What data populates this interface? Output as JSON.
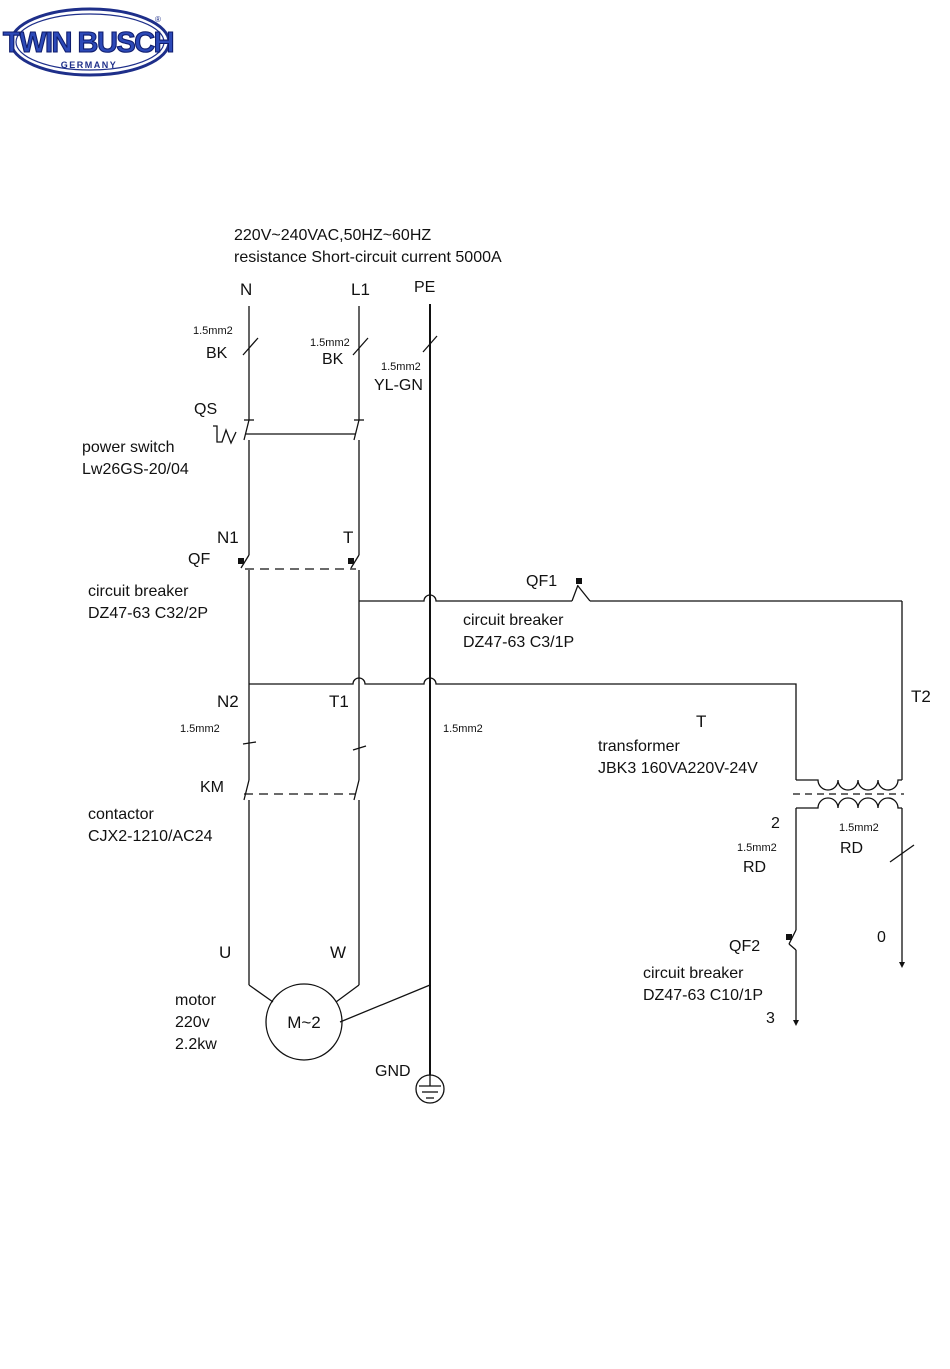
{
  "logo": {
    "brand": "TWIN BUSCH",
    "sub": "GERMANY",
    "reg": "®"
  },
  "supply": {
    "line1": "220V~240VAC,50HZ~60HZ",
    "line2": "resistance Short-circuit current 5000A",
    "n": "N",
    "l1": "L1",
    "pe": "PE"
  },
  "cables": {
    "n_size": "1.5mm2",
    "n_color": "BK",
    "l1_size": "1.5mm2",
    "l1_color": "BK",
    "pe_size": "1.5mm2",
    "pe_color": "YL-GN",
    "lower_size": "1.5mm2",
    "lower_pe_size": "1.5mm2",
    "sec_right_size": "1.5mm2",
    "sec_right_color": "RD",
    "sec_left_size": "1.5mm2",
    "sec_left_color": "RD"
  },
  "qs": {
    "tag": "QS",
    "name": "power switch",
    "model": "Lw26GS-20/04"
  },
  "qf": {
    "n_tag": "N1",
    "t_tag": "T",
    "tag": "QF",
    "name": "circuit breaker",
    "model": "DZ47-63 C32/2P"
  },
  "qf1": {
    "tag": "QF1",
    "name": "circuit breaker",
    "model": "DZ47-63 C3/1P"
  },
  "km": {
    "n_tag": "N2",
    "t_tag": "T1",
    "tag": "KM",
    "name": "contactor",
    "model": "CJX2-1210/AC24"
  },
  "transformer": {
    "tag": "T",
    "name": "transformer",
    "model": "JBK3 160VA220V-24V",
    "t2": "T2",
    "out2": "2",
    "out0": "0"
  },
  "qf2": {
    "tag": "QF2",
    "name": "circuit breaker",
    "model": "DZ47-63 C10/1P",
    "out3": "3"
  },
  "motor": {
    "u": "U",
    "w": "W",
    "label": "motor",
    "voltage": "220v",
    "power": "2.2kw",
    "symbol": "M~2"
  },
  "ground": {
    "label": "GND"
  }
}
